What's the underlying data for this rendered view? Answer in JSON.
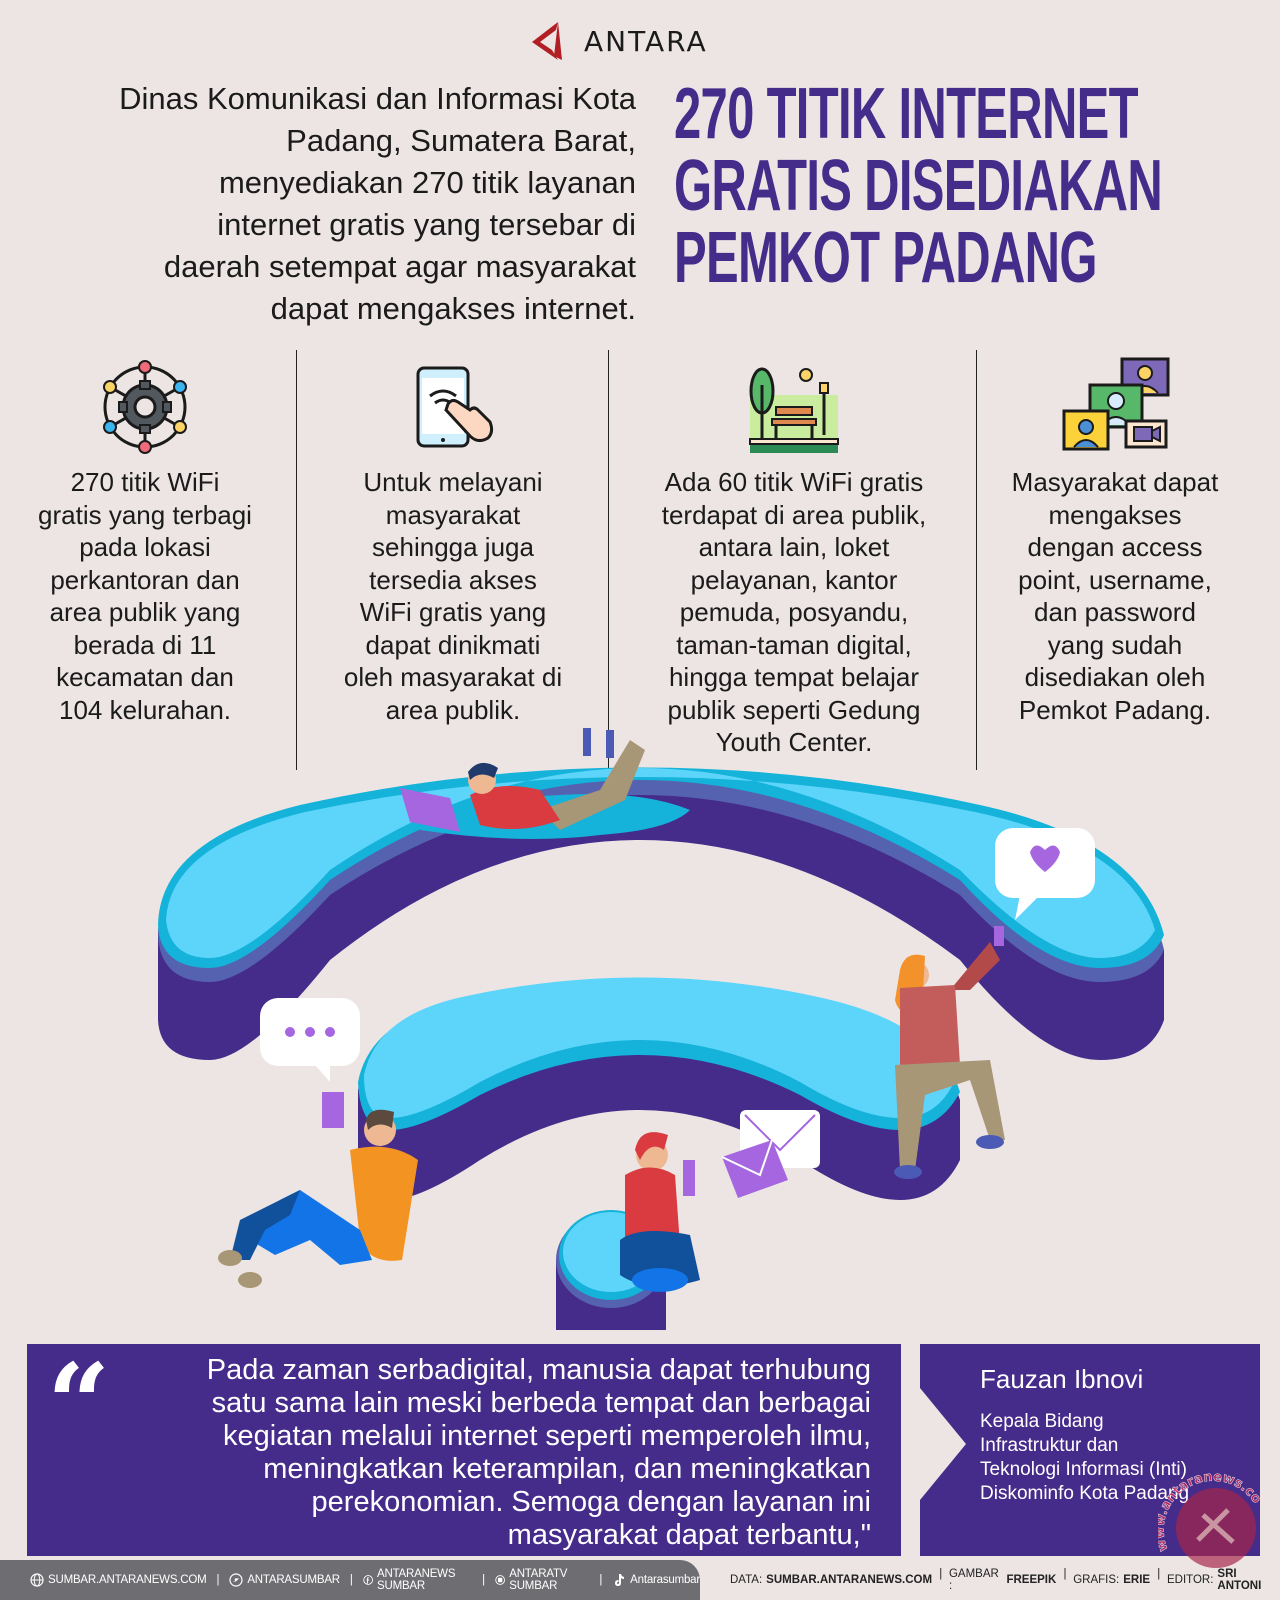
{
  "brand": {
    "logo_text": "ANTARA",
    "logo_color": "#b11e23"
  },
  "intro": {
    "text": "Dinas Komunikasi dan Informasi Kota\nPadang, Sumatera Barat,\nmenyediakan 270 titik layanan\ninternet gratis yang tersebar di\ndaerah setempat agar masyarakat\ndapat mengakses internet."
  },
  "headline": {
    "text": "270 TITIK INTERNET\nGRATIS DISEDIAKAN\nPEMKOT PADANG",
    "color": "#452b8a"
  },
  "columns": [
    {
      "icon": "network-gear-icon",
      "text": "270 titik WiFi\ngratis yang terbagi\npada lokasi\nperkantoran dan\narea publik yang\nberada di 11\nkecamatan dan\n104 kelurahan."
    },
    {
      "icon": "tablet-touch-wifi-icon",
      "text": "Untuk melayani\nmasyarakat\nsehingga juga\ntersedia akses\nWiFi gratis yang\ndapat dinikmati\noleh masyarakat di\narea publik."
    },
    {
      "icon": "park-bench-icon",
      "text": "Ada 60 titik WiFi gratis\nterdapat di area publik,\nantara lain, loket\npelayanan, kantor\npemuda, posyandu,\ntaman-taman digital,\nhingga tempat belajar\npublik seperti Gedung\nYouth Center."
    },
    {
      "icon": "video-conference-icon",
      "text": "Masyarakat dapat\nmengakses\ndengan access\npoint, username,\ndan password\nyang sudah\ndisediakan oleh\nPemkot Padang."
    }
  ],
  "illustration": {
    "description": "WiFi symbol with people using devices",
    "colors": {
      "top": "#5dd5fb",
      "rim": "#15b2d9",
      "band": "#5462b0",
      "side": "#452b8a"
    }
  },
  "quote": {
    "mark": "“",
    "text": "Pada zaman serbadigital, manusia dapat terhubung\nsatu sama lain meski berbeda tempat dan berbagai\nkegiatan melalui internet seperti memperoleh ilmu,\nmeningkatkan keterampilan, dan meningkatkan\nperekonomian. Semoga dengan layanan ini\nmasyarakat dapat terbantu,\""
  },
  "speaker": {
    "name": "Fauzan Ibnovi",
    "title": "Kepala Bidang\nInfrastruktur dan\nTeknologi Informasi (Inti)\nDiskominfo Kota Padang"
  },
  "footer": {
    "social": [
      {
        "icon": "globe-icon",
        "label": "SUMBAR.ANTARANEWS.COM"
      },
      {
        "icon": "twitter-icon",
        "label": "ANTARASUMBAR"
      },
      {
        "icon": "facebook-icon",
        "label": "ANTARANEWS SUMBAR"
      },
      {
        "icon": "instagram-icon",
        "label": "ANTARATV SUMBAR"
      },
      {
        "icon": "tiktok-icon",
        "label": "Antarasumbar"
      }
    ],
    "credits": {
      "data_label": "DATA:",
      "data_value": "SUMBAR.ANTARANEWS.COM",
      "image_label": "GAMBAR :",
      "image_value": "FREEPIK",
      "graphic_label": "GRAFIS:",
      "graphic_value": "ERIE",
      "editor_label": "EDITOR:",
      "editor_value": "SRI ANTONI"
    }
  },
  "watermark": {
    "text": "www.antaranews.com"
  }
}
